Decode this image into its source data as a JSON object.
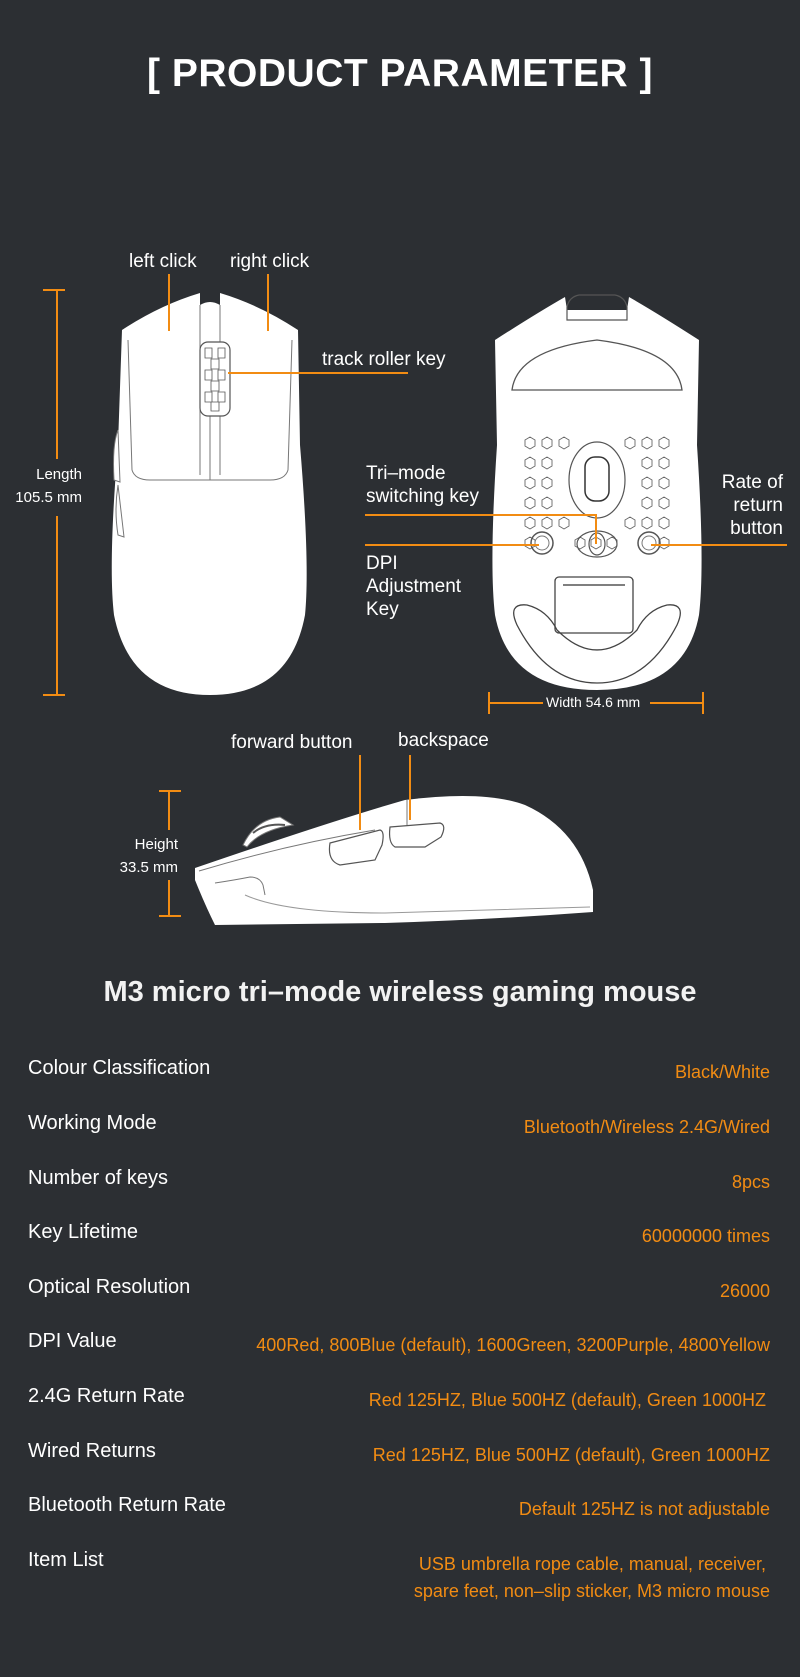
{
  "header": {
    "title": "[ PRODUCT PARAMETER ]"
  },
  "diagram": {
    "top_view": {
      "left_click": "left click",
      "right_click": "right click",
      "track_roller_key": "track roller key",
      "length_label": "Length",
      "length_value": "105.5 mm"
    },
    "bottom_view": {
      "tri_mode_line1": "Tri–mode",
      "tri_mode_line2": "switching key",
      "dpi_line1": "DPI",
      "dpi_line2": "Adjustment",
      "dpi_line3": "Key",
      "rate_line1": "Rate of",
      "rate_line2": "return",
      "rate_line3": "button",
      "width_label": "Width 54.6 mm"
    },
    "side_view": {
      "forward_button": "forward button",
      "backspace": "backspace",
      "height_label": "Height",
      "height_value": "33.5 mm"
    },
    "accent_color": "#f28c13"
  },
  "product": {
    "name": "M3 micro tri–mode wireless gaming mouse"
  },
  "specs": [
    {
      "label": "Colour Classification",
      "value": "Black/White"
    },
    {
      "label": "Working Mode",
      "value": "Bluetooth/Wireless 2.4G/Wired"
    },
    {
      "label": "Number of keys",
      "value": "8pcs"
    },
    {
      "label": "Key Lifetime",
      "value": "60000000 times"
    },
    {
      "label": "Optical Resolution",
      "value": "26000"
    },
    {
      "label": "DPI Value",
      "value": "400Red, 800Blue (default), 1600Green, 3200Purple, 4800Yellow"
    },
    {
      "label": "2.4G Return Rate",
      "value": "Red 125HZ, Blue 500HZ (default), Green 1000HZ"
    },
    {
      "label": "Wired Returns",
      "value": "Red 125HZ, Blue 500HZ (default), Green 1000HZ"
    },
    {
      "label": "Bluetooth Return Rate",
      "value": "Default 125HZ is not adjustable"
    },
    {
      "label": "Item List",
      "value_line1": "USB umbrella rope cable, manual, receiver,",
      "value_line2": "spare feet, non–slip sticker, M3 micro mouse"
    }
  ]
}
